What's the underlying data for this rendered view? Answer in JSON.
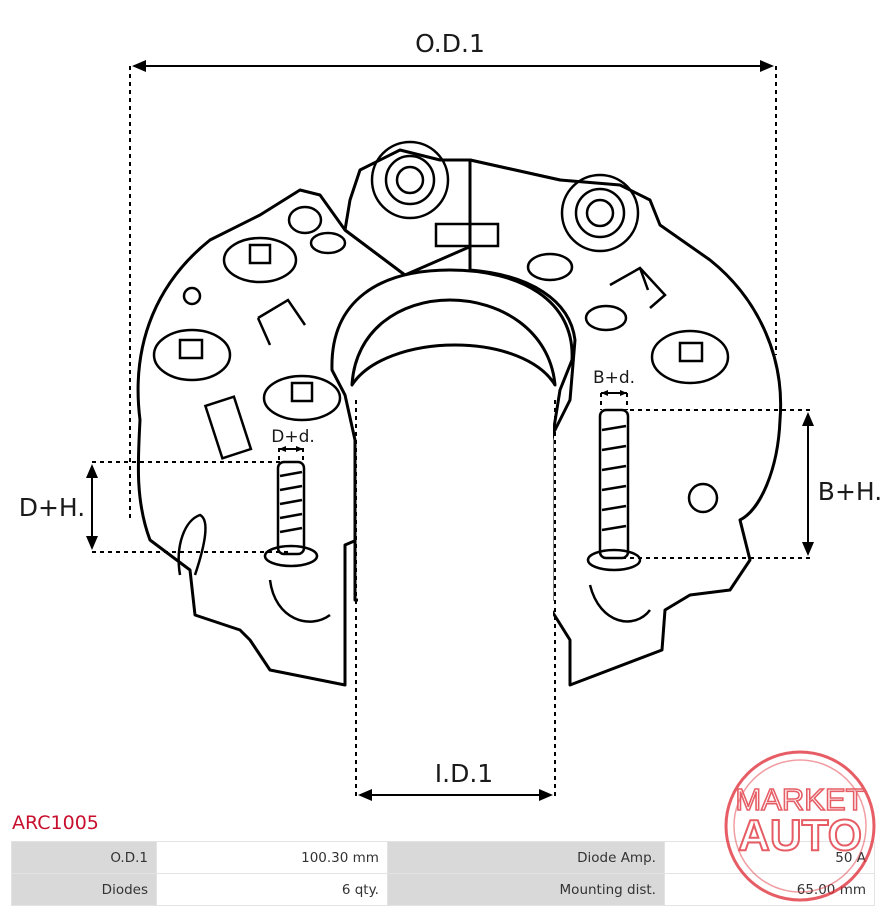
{
  "diagram": {
    "labels": {
      "od": "O.D.1",
      "id": "I.D.1",
      "dh": "D+H.",
      "bh": "B+H.",
      "dd": "D+d.",
      "bd": "B+d."
    }
  },
  "product": {
    "code": "ARC1005",
    "specs": [
      [
        {
          "label": "O.D.1",
          "value": "100.30 mm"
        },
        {
          "label": "Diode Amp.",
          "value": "50 A"
        }
      ],
      [
        {
          "label": "Diodes",
          "value": "6 qty."
        },
        {
          "label": "Mounting dist.",
          "value": "65.00 mm"
        }
      ]
    ]
  },
  "watermark": {
    "line1": "MARKET",
    "line2": "AUTO",
    "color": "#e0303a"
  },
  "colors": {
    "code": "#c8102e",
    "label_cell": "#d9d9d9"
  }
}
